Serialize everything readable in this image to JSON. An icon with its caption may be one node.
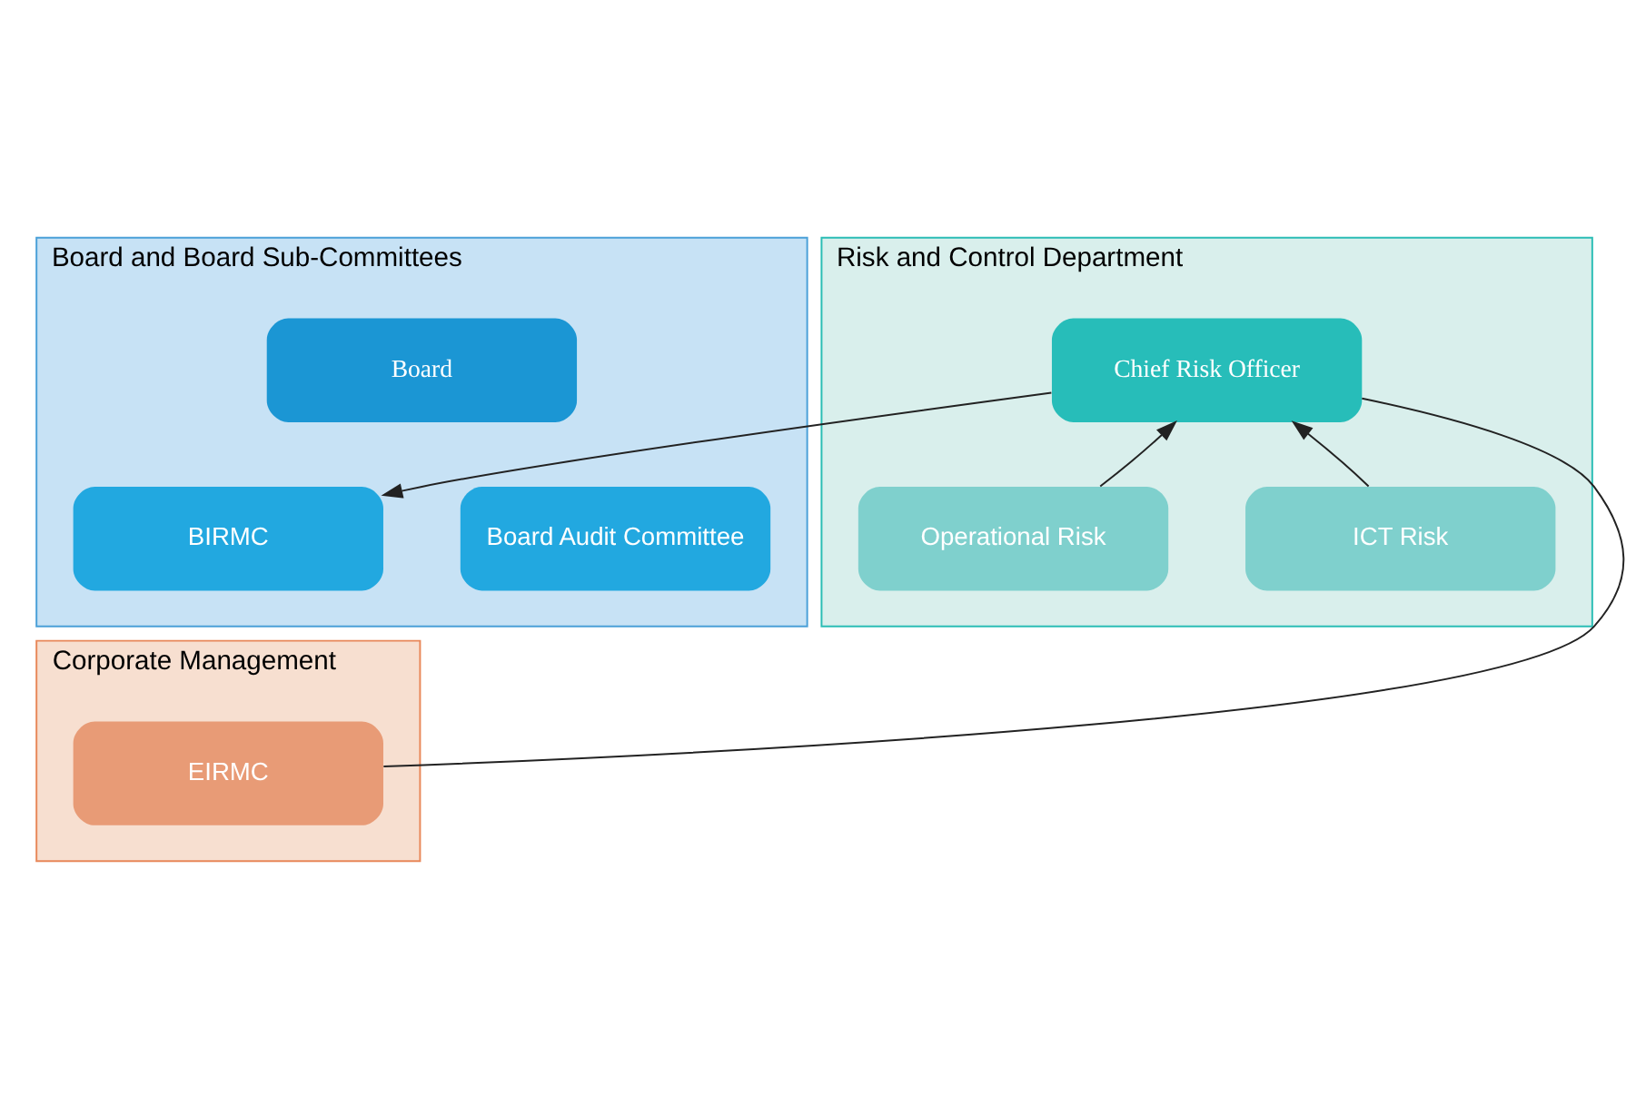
{
  "diagram": {
    "nodes": [
      {
        "text": [
          "Board and Board Sub-Committees"
        ]
      },
      {
        "text": [
          "Board"
        ],
        "in": 0
      },
      {
        "text": [
          "BIRMC"
        ],
        "in": 0
      },
      {
        "text": [
          "Board Audit Committee"
        ],
        "in": 0
      },
      {
        "text": [
          "Corporate Management"
        ]
      },
      {
        "text": [
          "EIRMC"
        ],
        "in": 4
      },
      {
        "text": [
          "Risk and Control Department"
        ]
      },
      {
        "text": [
          "Chief Risk Officer"
        ],
        "in": 6
      },
      {
        "text": [
          "Operational Risk"
        ],
        "in": 6
      },
      {
        "text": [
          "ICT Risk"
        ],
        "in": 6
      }
    ],
    "edges": [
      {
        "from": 7,
        "to": 2,
        "arrow": "to"
      },
      {
        "from": 5,
        "to": 7,
        "arrow": "none"
      },
      {
        "from": 8,
        "to": 7,
        "arrow": "to"
      },
      {
        "from": 9,
        "to": 7,
        "arrow": "to"
      }
    ]
  }
}
